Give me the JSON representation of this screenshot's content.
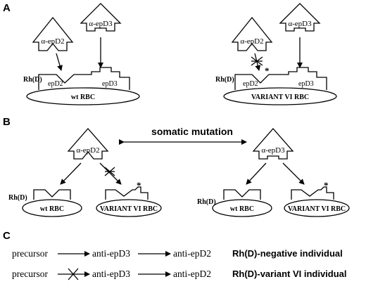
{
  "panels": {
    "a": "A",
    "b": "B",
    "c": "C"
  },
  "panel_a": {
    "left": {
      "antibody_1": "α-epD2",
      "antibody_2": "α-epD3",
      "rh_label": "Rh(D)",
      "epitope_1": "epD2",
      "epitope_2": "epD3",
      "cell": "wt RBC"
    },
    "right": {
      "antibody_1": "α-epD2",
      "antibody_2": "α-epD3",
      "rh_label": "Rh(D)",
      "epitope_1": "epD2",
      "epitope_2": "epD3",
      "cell": "VARIANT VI RBC",
      "mutation_mark": "*"
    }
  },
  "panel_b": {
    "somatic_label": "somatic mutation",
    "left": {
      "antibody": "α-epD2",
      "rh_label": "Rh(D)",
      "cell_1": "wt RBC",
      "cell_2": "VARIANT VI RBC",
      "mutation_mark": "*"
    },
    "right": {
      "antibody": "α-epD3",
      "rh_label": "Rh(D)",
      "cell_1": "wt RBC",
      "cell_2": "VARIANT VI RBC",
      "mutation_mark": "*"
    }
  },
  "panel_c": {
    "rows": [
      {
        "start": "precursor",
        "middle": "anti-epD3",
        "end": "anti-epD2",
        "individual": "Rh(D)-negative individual"
      },
      {
        "start": "precursor",
        "middle": "anti-epD3",
        "end": "anti-epD2",
        "individual": "Rh(D)-variant VI individual"
      }
    ]
  }
}
